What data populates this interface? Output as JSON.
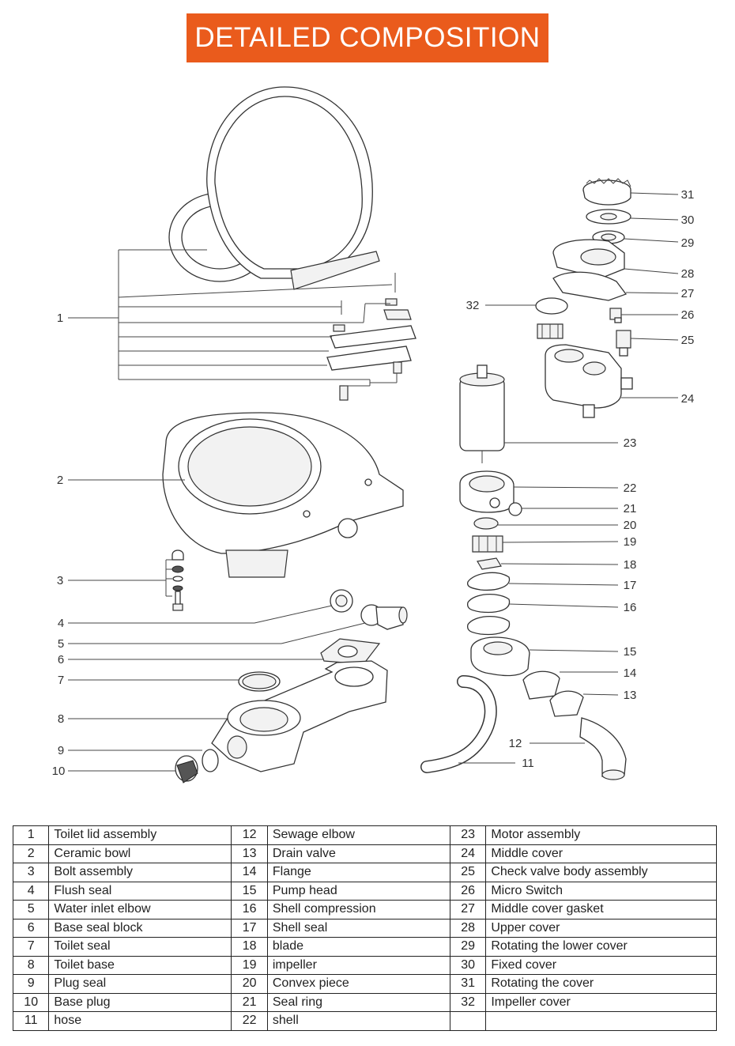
{
  "header": {
    "title": "DETAILED COMPOSITION"
  },
  "colors": {
    "banner": "#ea5b1c",
    "banner_text": "#ffffff"
  },
  "callouts": [
    "1",
    "2",
    "3",
    "4",
    "5",
    "6",
    "7",
    "8",
    "9",
    "10",
    "11",
    "12",
    "13",
    "14",
    "15",
    "16",
    "17",
    "18",
    "19",
    "20",
    "21",
    "22",
    "23",
    "24",
    "25",
    "26",
    "27",
    "28",
    "29",
    "30",
    "31",
    "32"
  ],
  "parts_table": {
    "rows": [
      [
        {
          "num": "1",
          "name": "Toilet lid assembly"
        },
        {
          "num": "12",
          "name": "Sewage elbow"
        },
        {
          "num": "23",
          "name": "Motor assembly"
        }
      ],
      [
        {
          "num": "2",
          "name": "Ceramic bowl"
        },
        {
          "num": "13",
          "name": "Drain valve"
        },
        {
          "num": "24",
          "name": "Middle cover"
        }
      ],
      [
        {
          "num": "3",
          "name": "Bolt assembly"
        },
        {
          "num": "14",
          "name": "Flange"
        },
        {
          "num": "25",
          "name": "Check valve body assembly"
        }
      ],
      [
        {
          "num": "4",
          "name": "Flush seal"
        },
        {
          "num": "15",
          "name": "Pump head"
        },
        {
          "num": "26",
          "name": "Micro Switch"
        }
      ],
      [
        {
          "num": "5",
          "name": "Water inlet elbow"
        },
        {
          "num": "16",
          "name": "Shell compression"
        },
        {
          "num": "27",
          "name": "Middle cover gasket"
        }
      ],
      [
        {
          "num": "6",
          "name": "Base seal block"
        },
        {
          "num": "17",
          "name": "Shell seal"
        },
        {
          "num": "28",
          "name": "Upper cover"
        }
      ],
      [
        {
          "num": "7",
          "name": "Toilet seal"
        },
        {
          "num": "18",
          "name": "blade"
        },
        {
          "num": "29",
          "name": "Rotating the lower cover"
        }
      ],
      [
        {
          "num": "8",
          "name": "Toilet base"
        },
        {
          "num": "19",
          "name": "impeller"
        },
        {
          "num": "30",
          "name": "Fixed cover"
        }
      ],
      [
        {
          "num": "9",
          "name": "Plug seal"
        },
        {
          "num": "20",
          "name": "Convex piece"
        },
        {
          "num": "31",
          "name": "Rotating the cover"
        }
      ],
      [
        {
          "num": "10",
          "name": "Base plug"
        },
        {
          "num": "21",
          "name": "Seal ring"
        },
        {
          "num": "32",
          "name": "Impeller cover"
        }
      ],
      [
        {
          "num": "11",
          "name": "hose"
        },
        {
          "num": "22",
          "name": "shell"
        },
        {
          "num": "",
          "name": ""
        }
      ]
    ]
  }
}
